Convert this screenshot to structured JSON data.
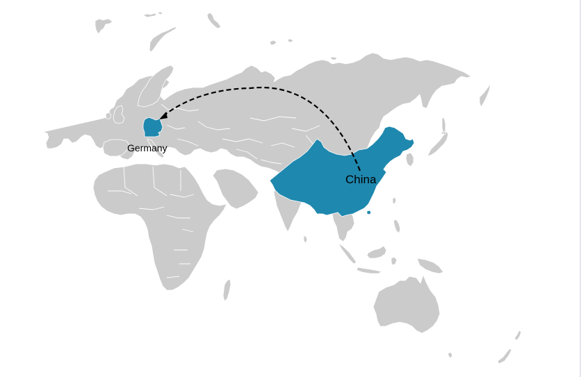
{
  "map": {
    "type": "flow-map",
    "region": "Eurasia, Africa and Oceania",
    "colors": {
      "land": "#cbcbcb",
      "borders": "#ffffff",
      "highlight": "#1f88ae",
      "route": "#000000",
      "background": "#ffffff"
    },
    "highlighted_countries": [
      {
        "name": "China",
        "label": "China"
      },
      {
        "name": "Germany",
        "label": "Germany"
      }
    ],
    "route": {
      "from": "China",
      "to": "Germany",
      "style": "dashed-arc",
      "arrowhead_at": "Germany"
    }
  }
}
